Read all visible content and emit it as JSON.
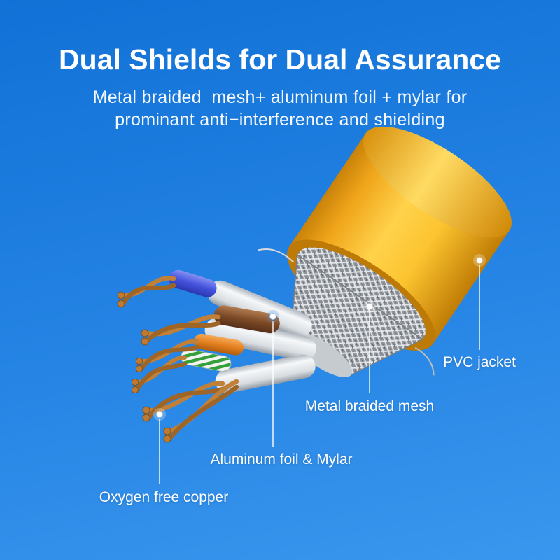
{
  "heading": {
    "title": "Dual Shields for Dual Assurance",
    "subtitle_line1": "Metal braided  mesh+ aluminum foil + mylar for",
    "subtitle_line2": "prominant anti−interference and shielding"
  },
  "callouts": [
    {
      "id": "pvc-jacket",
      "label": "PVC jacket"
    },
    {
      "id": "metal-braided-mesh",
      "label": "Metal braided mesh"
    },
    {
      "id": "aluminum-foil-mylar",
      "label": "Aluminum foil & Mylar"
    },
    {
      "id": "oxygen-free-copper",
      "label": "Oxygen free copper"
    }
  ],
  "colors": {
    "background_top": "#1171d6",
    "background_mid": "#2584e4",
    "background_bottom": "#3a97ee",
    "jacket_yellow": "#fcc430",
    "mesh_gray": "#9aa0a6",
    "copper": "#b57330",
    "title_text": "#ffffff",
    "label_text": "#ffffff"
  }
}
